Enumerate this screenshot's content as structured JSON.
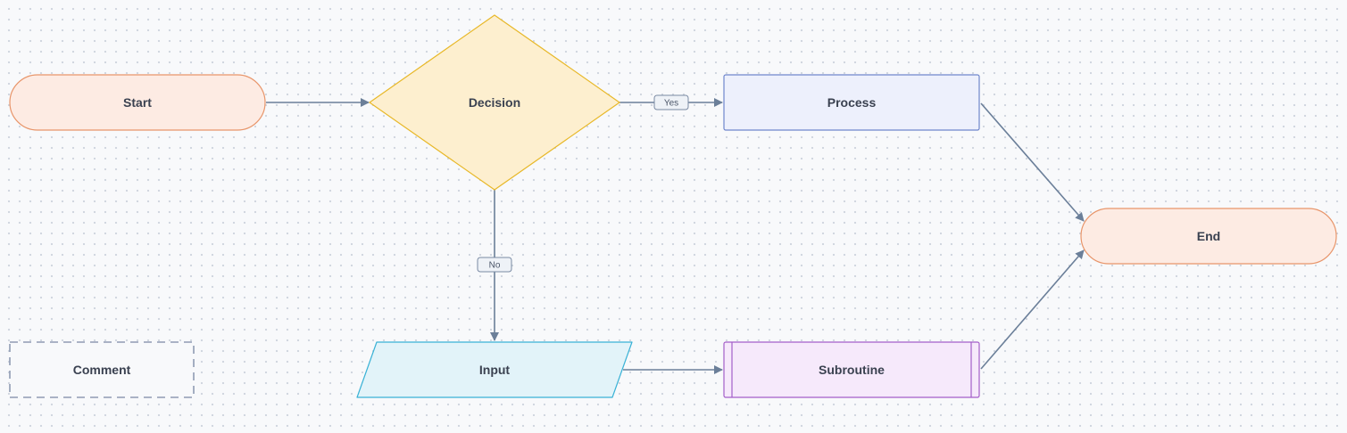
{
  "nodes": {
    "start": {
      "label": "Start",
      "shape": "terminator",
      "fill": "#fdebe3",
      "stroke": "#e8956a"
    },
    "decision": {
      "label": "Decision",
      "shape": "diamond",
      "fill": "#fdefcf",
      "stroke": "#e8b828"
    },
    "process": {
      "label": "Process",
      "shape": "rectangle",
      "fill": "#edf0fc",
      "stroke": "#6f86cc"
    },
    "end": {
      "label": "End",
      "shape": "terminator",
      "fill": "#fdebe3",
      "stroke": "#e8956a"
    },
    "input": {
      "label": "Input",
      "shape": "parallelogram",
      "fill": "#e2f3f9",
      "stroke": "#3ab2d6"
    },
    "subroutine": {
      "label": "Subroutine",
      "shape": "subroutine",
      "fill": "#f6e9fb",
      "stroke": "#a45ec9"
    },
    "comment": {
      "label": "Comment",
      "shape": "dashed-rectangle",
      "fill": "#f8f9fb",
      "stroke": "#8f9bb3"
    }
  },
  "edges": {
    "start_to_decision": {
      "label": ""
    },
    "decision_to_process": {
      "label": "Yes"
    },
    "decision_to_input": {
      "label": "No"
    },
    "input_to_subroutine": {
      "label": ""
    },
    "process_to_end": {
      "label": ""
    },
    "subroutine_to_end": {
      "label": ""
    }
  },
  "colors": {
    "edge": "#6b7f99",
    "edge_label_fill": "#eef2f7",
    "edge_label_stroke": "#7a8aa3",
    "canvas_background": "#f8f9fb",
    "grid_dot": "#cfd5de"
  }
}
